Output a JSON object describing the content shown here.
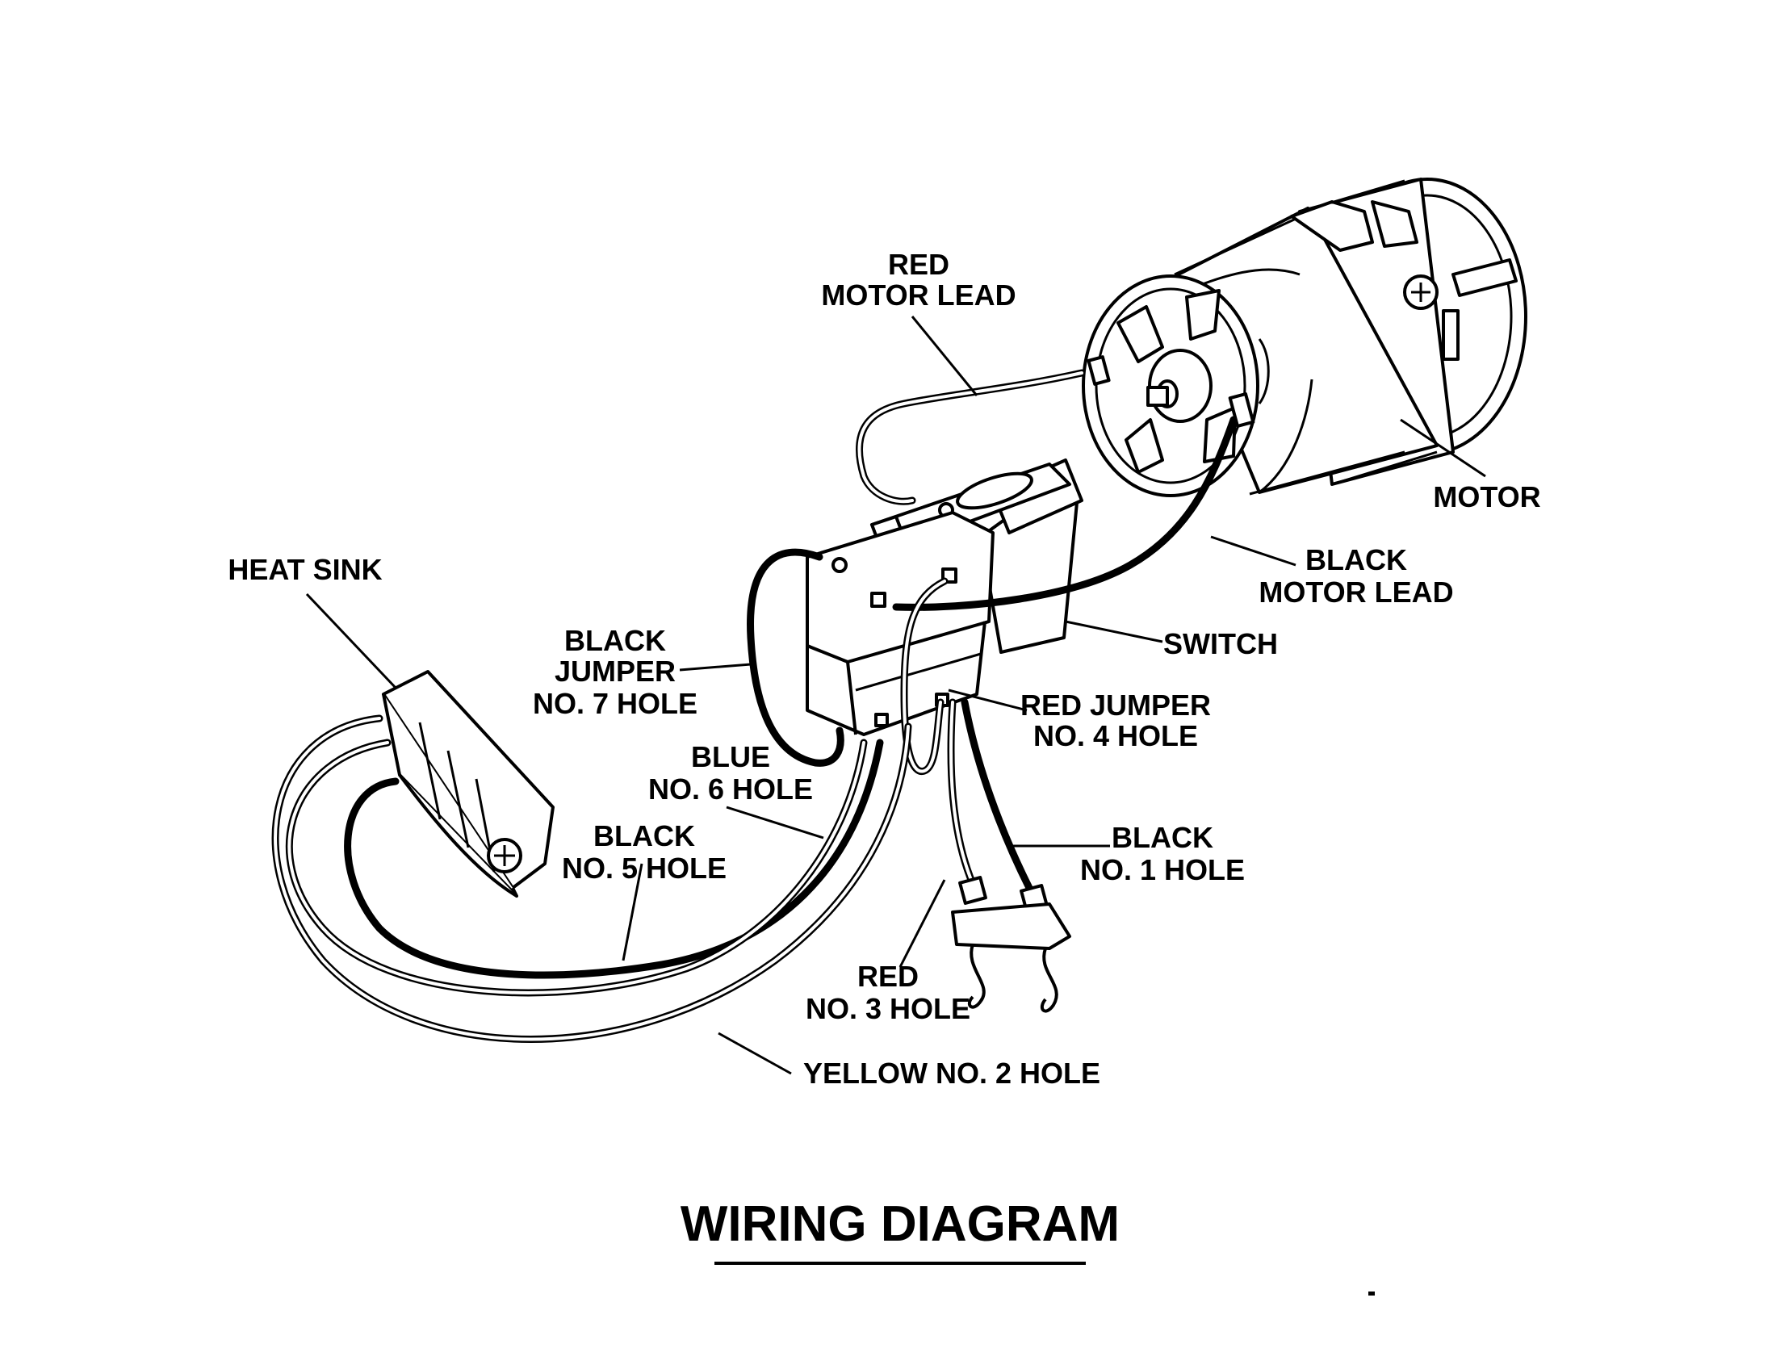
{
  "title": "WIRING DIAGRAM",
  "labels": {
    "red_motor_lead": [
      "RED",
      "MOTOR LEAD"
    ],
    "motor": [
      "MOTOR"
    ],
    "black_motor_lead": [
      "BLACK",
      "MOTOR LEAD"
    ],
    "switch": [
      "SWITCH"
    ],
    "heat_sink": [
      "HEAT SINK"
    ],
    "black_jumper": [
      "BLACK",
      "JUMPER",
      "NO. 7 HOLE"
    ],
    "red_jumper": [
      "RED JUMPER",
      "NO. 4 HOLE"
    ],
    "blue": [
      "BLUE",
      "NO. 6 HOLE"
    ],
    "black_5": [
      "BLACK",
      "NO. 5 HOLE"
    ],
    "black_1": [
      "BLACK",
      "NO. 1 HOLE"
    ],
    "red_3": [
      "RED",
      "NO. 3 HOLE"
    ],
    "yellow_2": [
      "YELLOW NO. 2 HOLE"
    ]
  }
}
